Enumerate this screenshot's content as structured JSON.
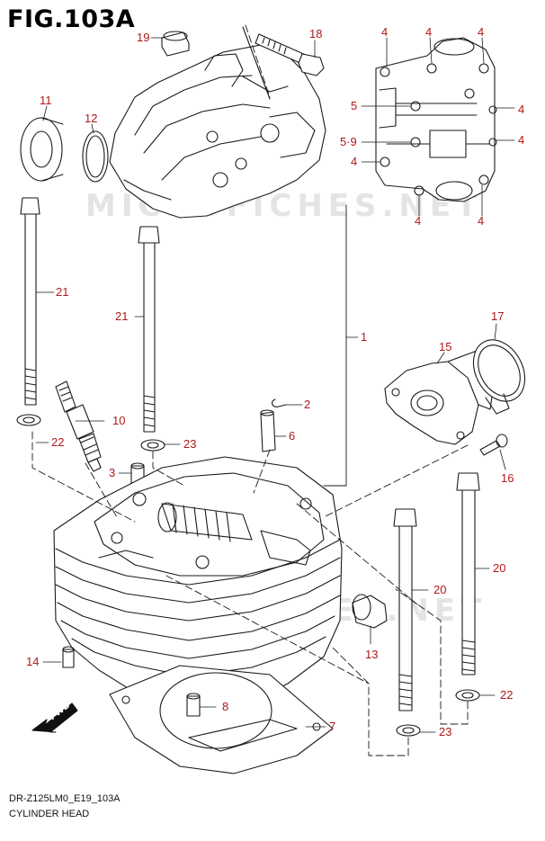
{
  "figure": {
    "title": "FIG.103A",
    "model_code": "DR-Z125LM0_E19_103A",
    "section_name": "CYLINDER HEAD"
  },
  "watermark": {
    "text": "MICROFICHES.NET"
  },
  "fwd_arrow": {
    "label": "FWD"
  },
  "callouts": [
    {
      "id": "c19",
      "label": "19"
    },
    {
      "id": "c18",
      "label": "18"
    },
    {
      "id": "c11",
      "label": "11"
    },
    {
      "id": "c12",
      "label": "12"
    },
    {
      "id": "c4a",
      "label": "4"
    },
    {
      "id": "c4b",
      "label": "4"
    },
    {
      "id": "c4c",
      "label": "4"
    },
    {
      "id": "c5",
      "label": "5"
    },
    {
      "id": "c4d",
      "label": "4"
    },
    {
      "id": "c59",
      "label": "5·9"
    },
    {
      "id": "c4e",
      "label": "4"
    },
    {
      "id": "c4f",
      "label": "4"
    },
    {
      "id": "c4g",
      "label": "4"
    },
    {
      "id": "c4h",
      "label": "4"
    },
    {
      "id": "c21a",
      "label": "21"
    },
    {
      "id": "c21b",
      "label": "21"
    },
    {
      "id": "c1",
      "label": "1"
    },
    {
      "id": "c17",
      "label": "17"
    },
    {
      "id": "c15",
      "label": "15"
    },
    {
      "id": "c2",
      "label": "2"
    },
    {
      "id": "c10",
      "label": "10"
    },
    {
      "id": "c6",
      "label": "6"
    },
    {
      "id": "c22a",
      "label": "22"
    },
    {
      "id": "c23a",
      "label": "23"
    },
    {
      "id": "c3",
      "label": "3"
    },
    {
      "id": "c16",
      "label": "16"
    },
    {
      "id": "c20a",
      "label": "20"
    },
    {
      "id": "c20b",
      "label": "20"
    },
    {
      "id": "c13",
      "label": "13"
    },
    {
      "id": "c14",
      "label": "14"
    },
    {
      "id": "c22b",
      "label": "22"
    },
    {
      "id": "c8",
      "label": "8"
    },
    {
      "id": "c7",
      "label": "7"
    },
    {
      "id": "c23b",
      "label": "23"
    }
  ],
  "colors": {
    "callout": "#b01818",
    "line_art": "#1a1a1a",
    "watermark": "#e4e4e4"
  }
}
